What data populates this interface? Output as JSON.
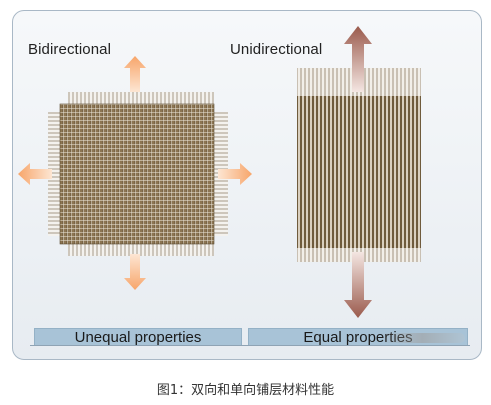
{
  "labels": {
    "bidirectional": "Bidirectional",
    "unidirectional": "Unidirectional"
  },
  "bars": {
    "left": "Unequal properties",
    "right": "Equal properties"
  },
  "caption": "图1：双向和单向铺层材料性能",
  "colors": {
    "fiber_dark": "#6d5a3c",
    "fiber_light": "#e8e2d6",
    "arrow_orange": "#f6b98a",
    "arrow_red": "#9a5a4c",
    "bar_fill": "#a8c3d7",
    "panel_border": "#a9b8c6"
  },
  "icons": [
    "arrow-up-icon",
    "arrow-down-icon",
    "arrow-left-icon",
    "arrow-right-icon"
  ]
}
